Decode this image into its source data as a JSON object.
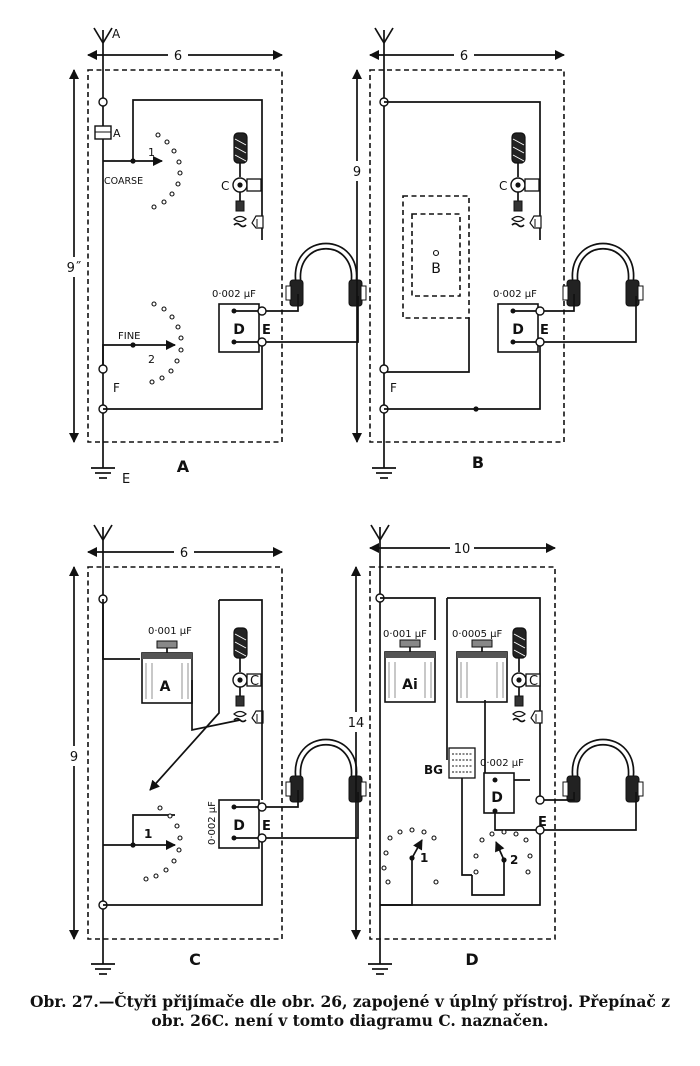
{
  "panels": [
    {
      "id": "A",
      "label": "A",
      "width_label": "6",
      "height_label": "9˝",
      "antenna_label": "A",
      "ground_label": "E",
      "labels": {
        "condenser": "A",
        "coarse": "COARSE",
        "switch1": "1",
        "detector": "C",
        "cap": "0·002 µF",
        "D": "D",
        "E": "E",
        "fine": "FINE",
        "switch2": "2",
        "F": "F"
      }
    },
    {
      "id": "B",
      "label": "B",
      "width_label": "6",
      "height_label": "9",
      "labels": {
        "coil": "B",
        "detector": "C",
        "cap": "0·002 µF",
        "D": "D",
        "E": "E",
        "F": "F"
      }
    },
    {
      "id": "C",
      "label": "C",
      "width_label": "6",
      "height_label": "9",
      "labels": {
        "cap_top": "0·001 µF",
        "Ai": "A",
        "detector": "C",
        "cap_side": "0·002 µF",
        "D": "D",
        "E": "E",
        "switch1": "1"
      }
    },
    {
      "id": "D",
      "label": "D",
      "width_label": "10",
      "height_label": "14",
      "labels": {
        "cap1": "0·001 µF",
        "cap2": "0·0005 µF",
        "Ai": "Ai",
        "detector": "C",
        "BG": "BG",
        "cap3": "0·002 µF",
        "D": "D",
        "E": "E",
        "switch1": "1",
        "switch2": "2"
      }
    }
  ],
  "caption": "Obr. 27.—Čtyři přijímače dle obr. 26, zapojené v úplný přístroj. Přepínač z obr. 26C. není v tomto diagramu C. naznačen."
}
